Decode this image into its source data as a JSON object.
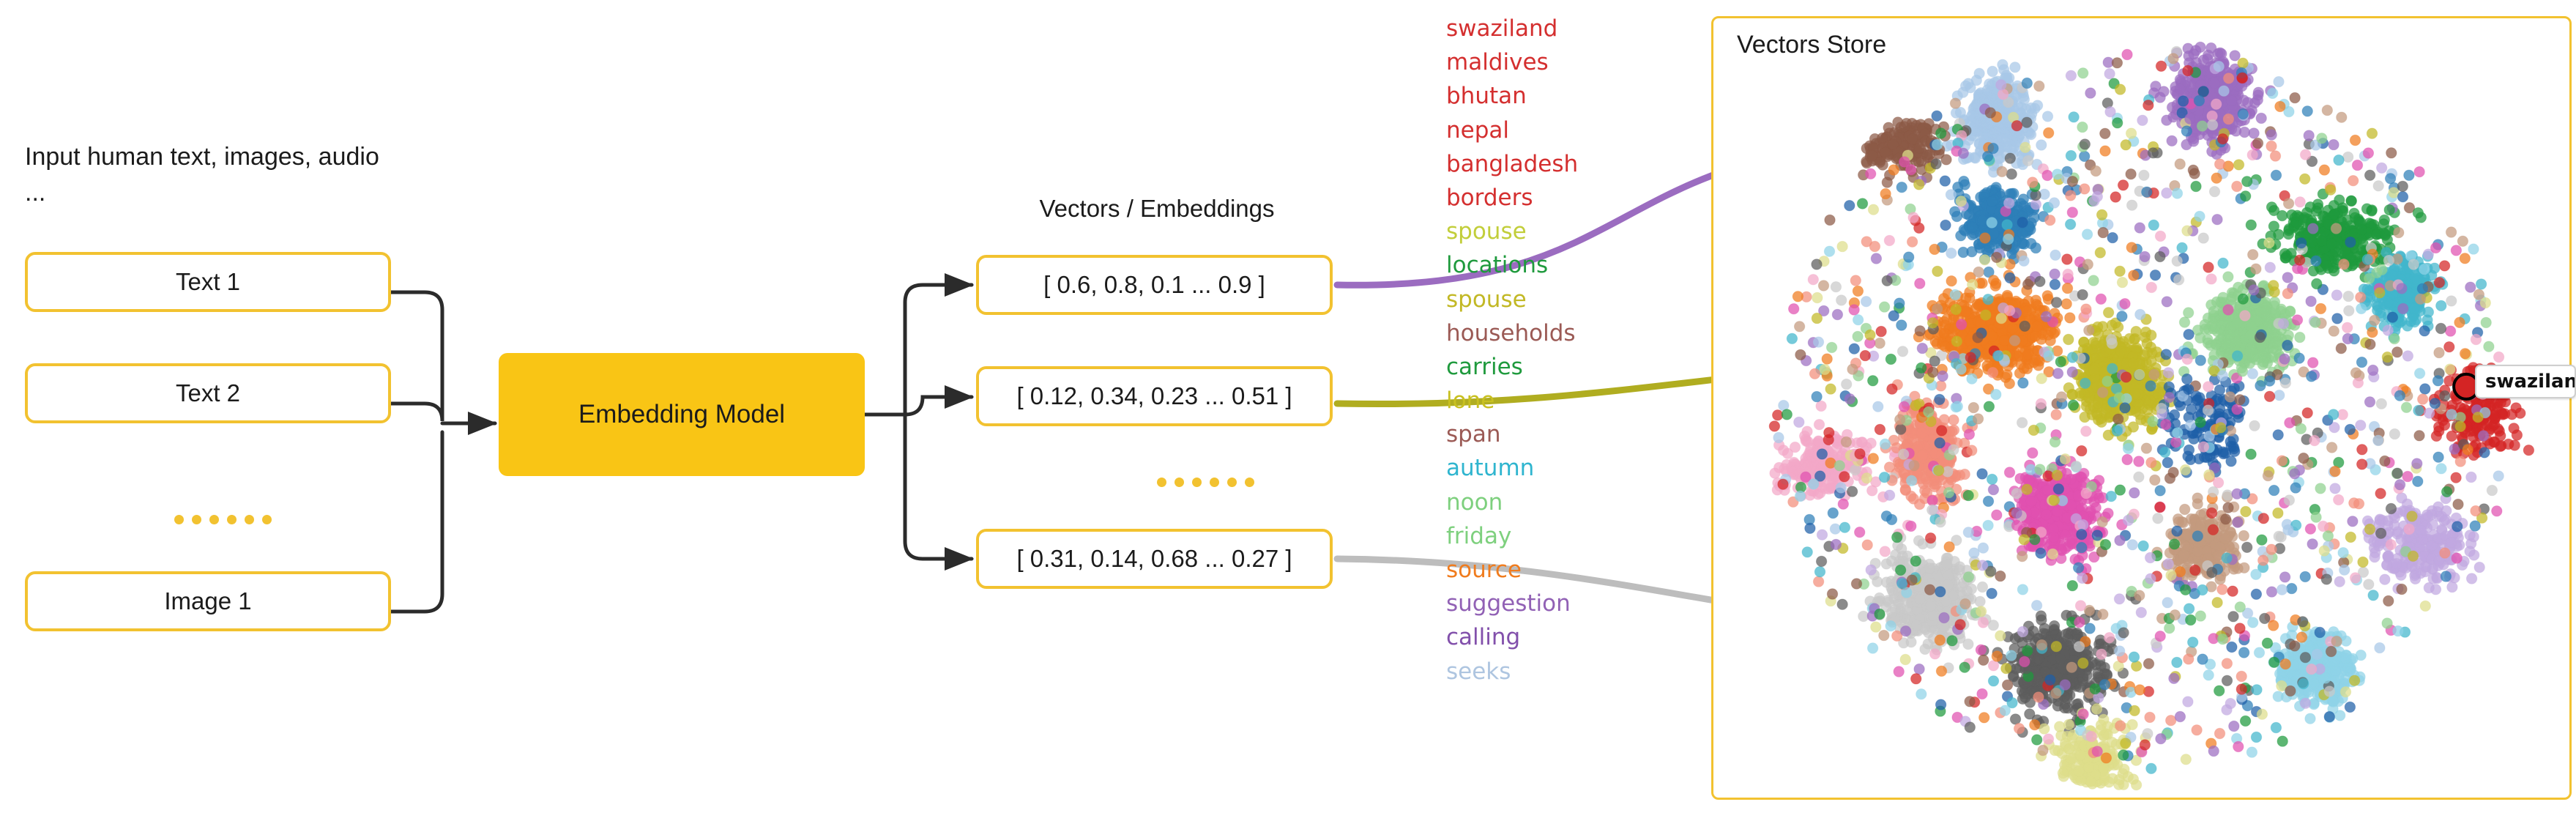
{
  "diagram": {
    "input_caption": "Input human text, images, audio ...",
    "input_boxes": [
      {
        "label": "Text 1"
      },
      {
        "label": "Text 2"
      },
      {
        "label": "Image 1"
      }
    ],
    "input_ellipsis_dots": 6,
    "embedding_model": {
      "label": "Embedding Model",
      "color": "#F9C515"
    },
    "vectors": {
      "title": "Vectors / Embeddings",
      "ellipsis_dots": 6,
      "boxes": [
        {
          "value": "[ 0.6, 0.8, 0.1 ... 0.9 ]",
          "connector_color": "#9b6cc0"
        },
        {
          "value": "[ 0.12, 0.34, 0.23 ... 0.51 ]",
          "connector_color": "#b0ad20"
        },
        {
          "value": "[ 0.31, 0.14, 0.68 ... 0.27 ]",
          "connector_color": "#bdbdbd"
        }
      ]
    },
    "box_border_color": "#F2C230",
    "arrow_color": "#2b2b2b"
  },
  "word_list": [
    {
      "text": "swaziland",
      "color": "#d42f2f"
    },
    {
      "text": "maldives",
      "color": "#d42f2f"
    },
    {
      "text": "bhutan",
      "color": "#d42f2f"
    },
    {
      "text": "nepal",
      "color": "#d42f2f"
    },
    {
      "text": "bangladesh",
      "color": "#d42f2f"
    },
    {
      "text": "borders",
      "color": "#d42f2f"
    },
    {
      "text": "spouse",
      "color": "#c2ce3a"
    },
    {
      "text": "locations",
      "color": "#1f9a3d"
    },
    {
      "text": "spouse",
      "color": "#c2b825"
    },
    {
      "text": "households",
      "color": "#9b5a55"
    },
    {
      "text": "carries",
      "color": "#1f9a3d"
    },
    {
      "text": "lone",
      "color": "#c8c020"
    },
    {
      "text": "span",
      "color": "#9b5a55"
    },
    {
      "text": "autumn",
      "color": "#2fb5cf"
    },
    {
      "text": "noon",
      "color": "#7ed07e"
    },
    {
      "text": "friday",
      "color": "#7ed07e"
    },
    {
      "text": "source",
      "color": "#f07c1e"
    },
    {
      "text": "suggestion",
      "color": "#9161b5"
    },
    {
      "text": "calling",
      "color": "#8250ab"
    },
    {
      "text": "seeks",
      "color": "#aec5e0"
    }
  ],
  "store": {
    "title": "Vectors Store",
    "border_color": "#F2C230",
    "highlight": {
      "label": "swaziland",
      "point_color": "#d42424",
      "point_outline": "#000000"
    }
  },
  "chart_data": {
    "type": "scatter",
    "title": "Vectors Store",
    "xlabel": "",
    "ylabel": "",
    "grid": false,
    "legend": "none",
    "description": "t-SNE / UMAP style 2D projection of word embeddings; thousands of semi-transparent circular markers grouped into colored semantic clusters forming a roughly circular cloud.",
    "annotations": [
      {
        "text": "swaziland",
        "color": "#d42424",
        "x": 0.875,
        "y": 0.47,
        "highlighted": true
      }
    ],
    "clusters": [
      {
        "name": "light-blue-upper-left",
        "color": "#a8c8e8",
        "cx": 0.33,
        "cy": 0.13,
        "n": 340
      },
      {
        "name": "brown-upper-left",
        "color": "#8c5a46",
        "cx": 0.22,
        "cy": 0.16,
        "n": 160
      },
      {
        "name": "purple-top",
        "color": "#9b6cc0",
        "cx": 0.58,
        "cy": 0.1,
        "n": 380
      },
      {
        "name": "green-upper-right",
        "color": "#1f9a3d",
        "cx": 0.72,
        "cy": 0.28,
        "n": 300
      },
      {
        "name": "steel-blue-mid-left",
        "color": "#2e7fb8",
        "cx": 0.33,
        "cy": 0.26,
        "n": 300
      },
      {
        "name": "orange-left",
        "color": "#f07c1e",
        "cx": 0.33,
        "cy": 0.4,
        "n": 620
      },
      {
        "name": "light-green-center",
        "color": "#8fd18f",
        "cx": 0.62,
        "cy": 0.4,
        "n": 460
      },
      {
        "name": "olive-center",
        "color": "#c2b825",
        "cx": 0.47,
        "cy": 0.46,
        "n": 520
      },
      {
        "name": "cyan-right",
        "color": "#41b6cc",
        "cx": 0.8,
        "cy": 0.35,
        "n": 260
      },
      {
        "name": "pink-left",
        "color": "#f3a8c8",
        "cx": 0.13,
        "cy": 0.57,
        "n": 220
      },
      {
        "name": "magenta-lower-center",
        "color": "#e050b0",
        "cx": 0.4,
        "cy": 0.63,
        "n": 420
      },
      {
        "name": "salmon-left",
        "color": "#f28e7a",
        "cx": 0.25,
        "cy": 0.55,
        "n": 260
      },
      {
        "name": "tan-lower-center",
        "color": "#c49a7e",
        "cx": 0.57,
        "cy": 0.67,
        "n": 240
      },
      {
        "name": "light-gray-lower-left",
        "color": "#c9c9c9",
        "cx": 0.25,
        "cy": 0.74,
        "n": 380
      },
      {
        "name": "dark-gray-bottom",
        "color": "#5d5d5d",
        "cx": 0.4,
        "cy": 0.83,
        "n": 420
      },
      {
        "name": "pale-yellow-bottom",
        "color": "#dede8a",
        "cx": 0.44,
        "cy": 0.95,
        "n": 220
      },
      {
        "name": "sky-blue-bottom-right",
        "color": "#8fd3e8",
        "cx": 0.7,
        "cy": 0.83,
        "n": 340
      },
      {
        "name": "lavender-right",
        "color": "#c0a8e0",
        "cx": 0.82,
        "cy": 0.67,
        "n": 240
      },
      {
        "name": "red-far-right",
        "color": "#d42424",
        "cx": 0.89,
        "cy": 0.5,
        "n": 180
      },
      {
        "name": "navy-center",
        "color": "#1f5fa8",
        "cx": 0.57,
        "cy": 0.52,
        "n": 120
      }
    ]
  }
}
